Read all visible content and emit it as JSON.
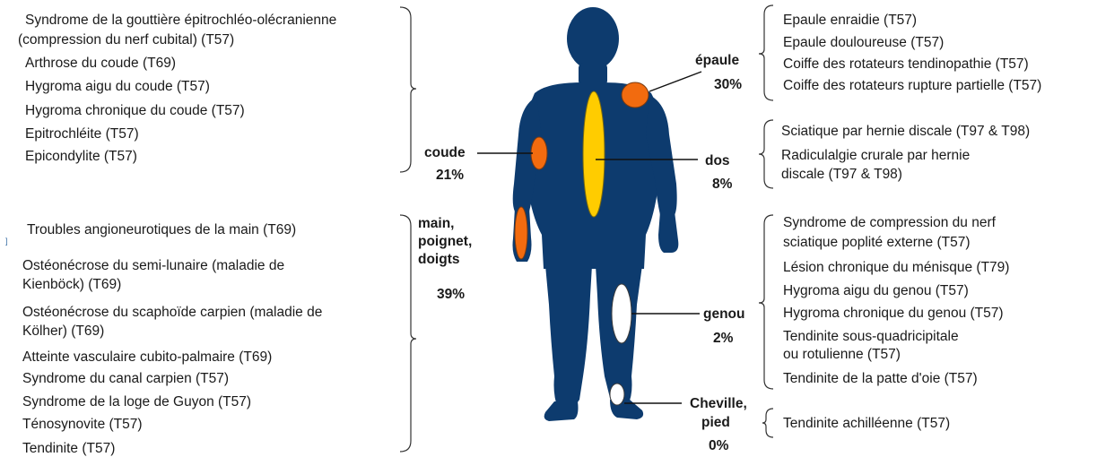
{
  "colors": {
    "body": "#0d3b6e",
    "orange": "#f26b0f",
    "yellow": "#ffcc00",
    "white": "#ffffff",
    "outline": "#3a3a3a"
  },
  "regions": {
    "coude": {
      "label": "coude",
      "pct": "21%",
      "items": [
        "Syndrome de la gouttière épitrochléo-olécranienne",
        "(compression du nerf cubital) (T57)",
        "Arthrose du coude (T69)",
        "Hygroma aigu du coude (T57)",
        "Hygroma chronique du coude (T57)",
        "Epitrochléite (T57)",
        "Epicondylite (T57)"
      ]
    },
    "main": {
      "label_1": "main,",
      "label_2": "poignet,",
      "label_3": "doigts",
      "pct": "39%",
      "items": [
        "Troubles  angioneurotiques  de la main (T69)",
        "Ostéonécrose du semi-lunaire  (maladie de",
        "Kienböck) (T69)",
        "Ostéonécrose du scaphoïde carpien (maladie de",
        "Kölher) (T69)",
        "Atteinte vasculaire cubito-palmaire  (T69)",
        "Syndrome du canal carpien (T57)",
        "Syndrome de la loge de Guyon (T57)",
        "Ténosynovite  (T57)",
        "Tendinite  (T57)"
      ]
    },
    "epaule": {
      "label": "épaule",
      "pct": "30%",
      "items": [
        "Epaule enraidie (T57)",
        "Epaule douloureuse  (T57)",
        "Coiffe  des rotateurs tendinopathie  (T57)",
        "Coiffe  des rotateurs rupture partielle (T57)"
      ]
    },
    "dos": {
      "label": "dos",
      "pct": "8%",
      "items": [
        "Sciatique par hernie discale (T97  & T98)",
        "Radiculalgie crurale par hernie",
        "discale (T97 & T98)"
      ]
    },
    "genou": {
      "label": "genou",
      "pct": "2%",
      "items": [
        "Syndrome de compression du nerf",
        "sciatique poplité externe (T57)",
        "Lésion chronique du ménisque (T79)",
        "Hygroma aigu du genou (T57)",
        "Hygroma chronique du genou (T57)",
        "Tendinite  sous-quadricipitale",
        " ou rotulienne (T57)",
        "Tendinite  de la patte d'oie (T57)"
      ]
    },
    "cheville": {
      "label_1": "Cheville,",
      "label_2": "pied",
      "pct": "0%",
      "items": [
        "Tendinite  achilléenne (T57)"
      ]
    }
  }
}
